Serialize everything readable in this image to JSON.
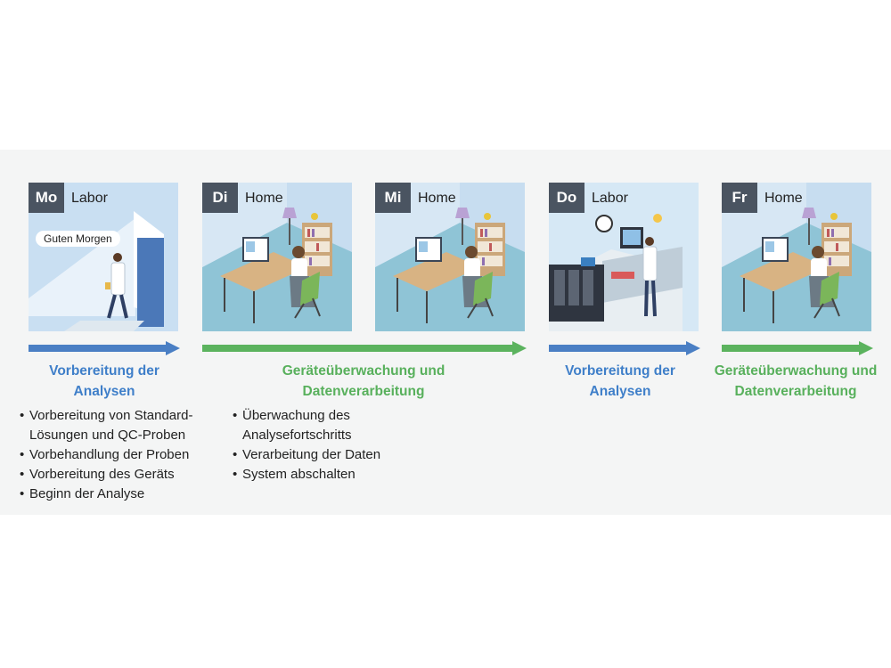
{
  "colors": {
    "prep": "#4a7fc4",
    "monitor": "#5bb35e",
    "tag": "#4a5461"
  },
  "days": [
    {
      "day": "Mo",
      "place": "Labor",
      "scene": "lab-door",
      "greeting": "Guten Morgen"
    },
    {
      "day": "Di",
      "place": "Home",
      "scene": "home-office"
    },
    {
      "day": "Mi",
      "place": "Home",
      "scene": "home-office"
    },
    {
      "day": "Do",
      "place": "Labor",
      "scene": "lab-instruments"
    },
    {
      "day": "Fr",
      "place": "Home",
      "scene": "home-office"
    }
  ],
  "phases": [
    {
      "line1": "Vorbereitung der",
      "line2": "Analysen"
    },
    {
      "line1": "Geräteüberwachung und",
      "line2": "Datenverarbeitung"
    },
    {
      "line1": "Vorbereitung der",
      "line2": "Analysen"
    },
    {
      "line1": "Geräteüberwachung und",
      "line2": "Datenverarbeitung"
    }
  ],
  "tasks": {
    "prep": [
      "Vorbereitung von Standard-",
      "Lösungen und QC-Proben",
      "Vorbehandlung der Proben",
      "Vorbereitung des Geräts",
      "Beginn der Analyse"
    ],
    "monitor": [
      "Überwachung des",
      "Analysefortschritts",
      "Verarbeitung der Daten",
      "System abschalten"
    ]
  }
}
